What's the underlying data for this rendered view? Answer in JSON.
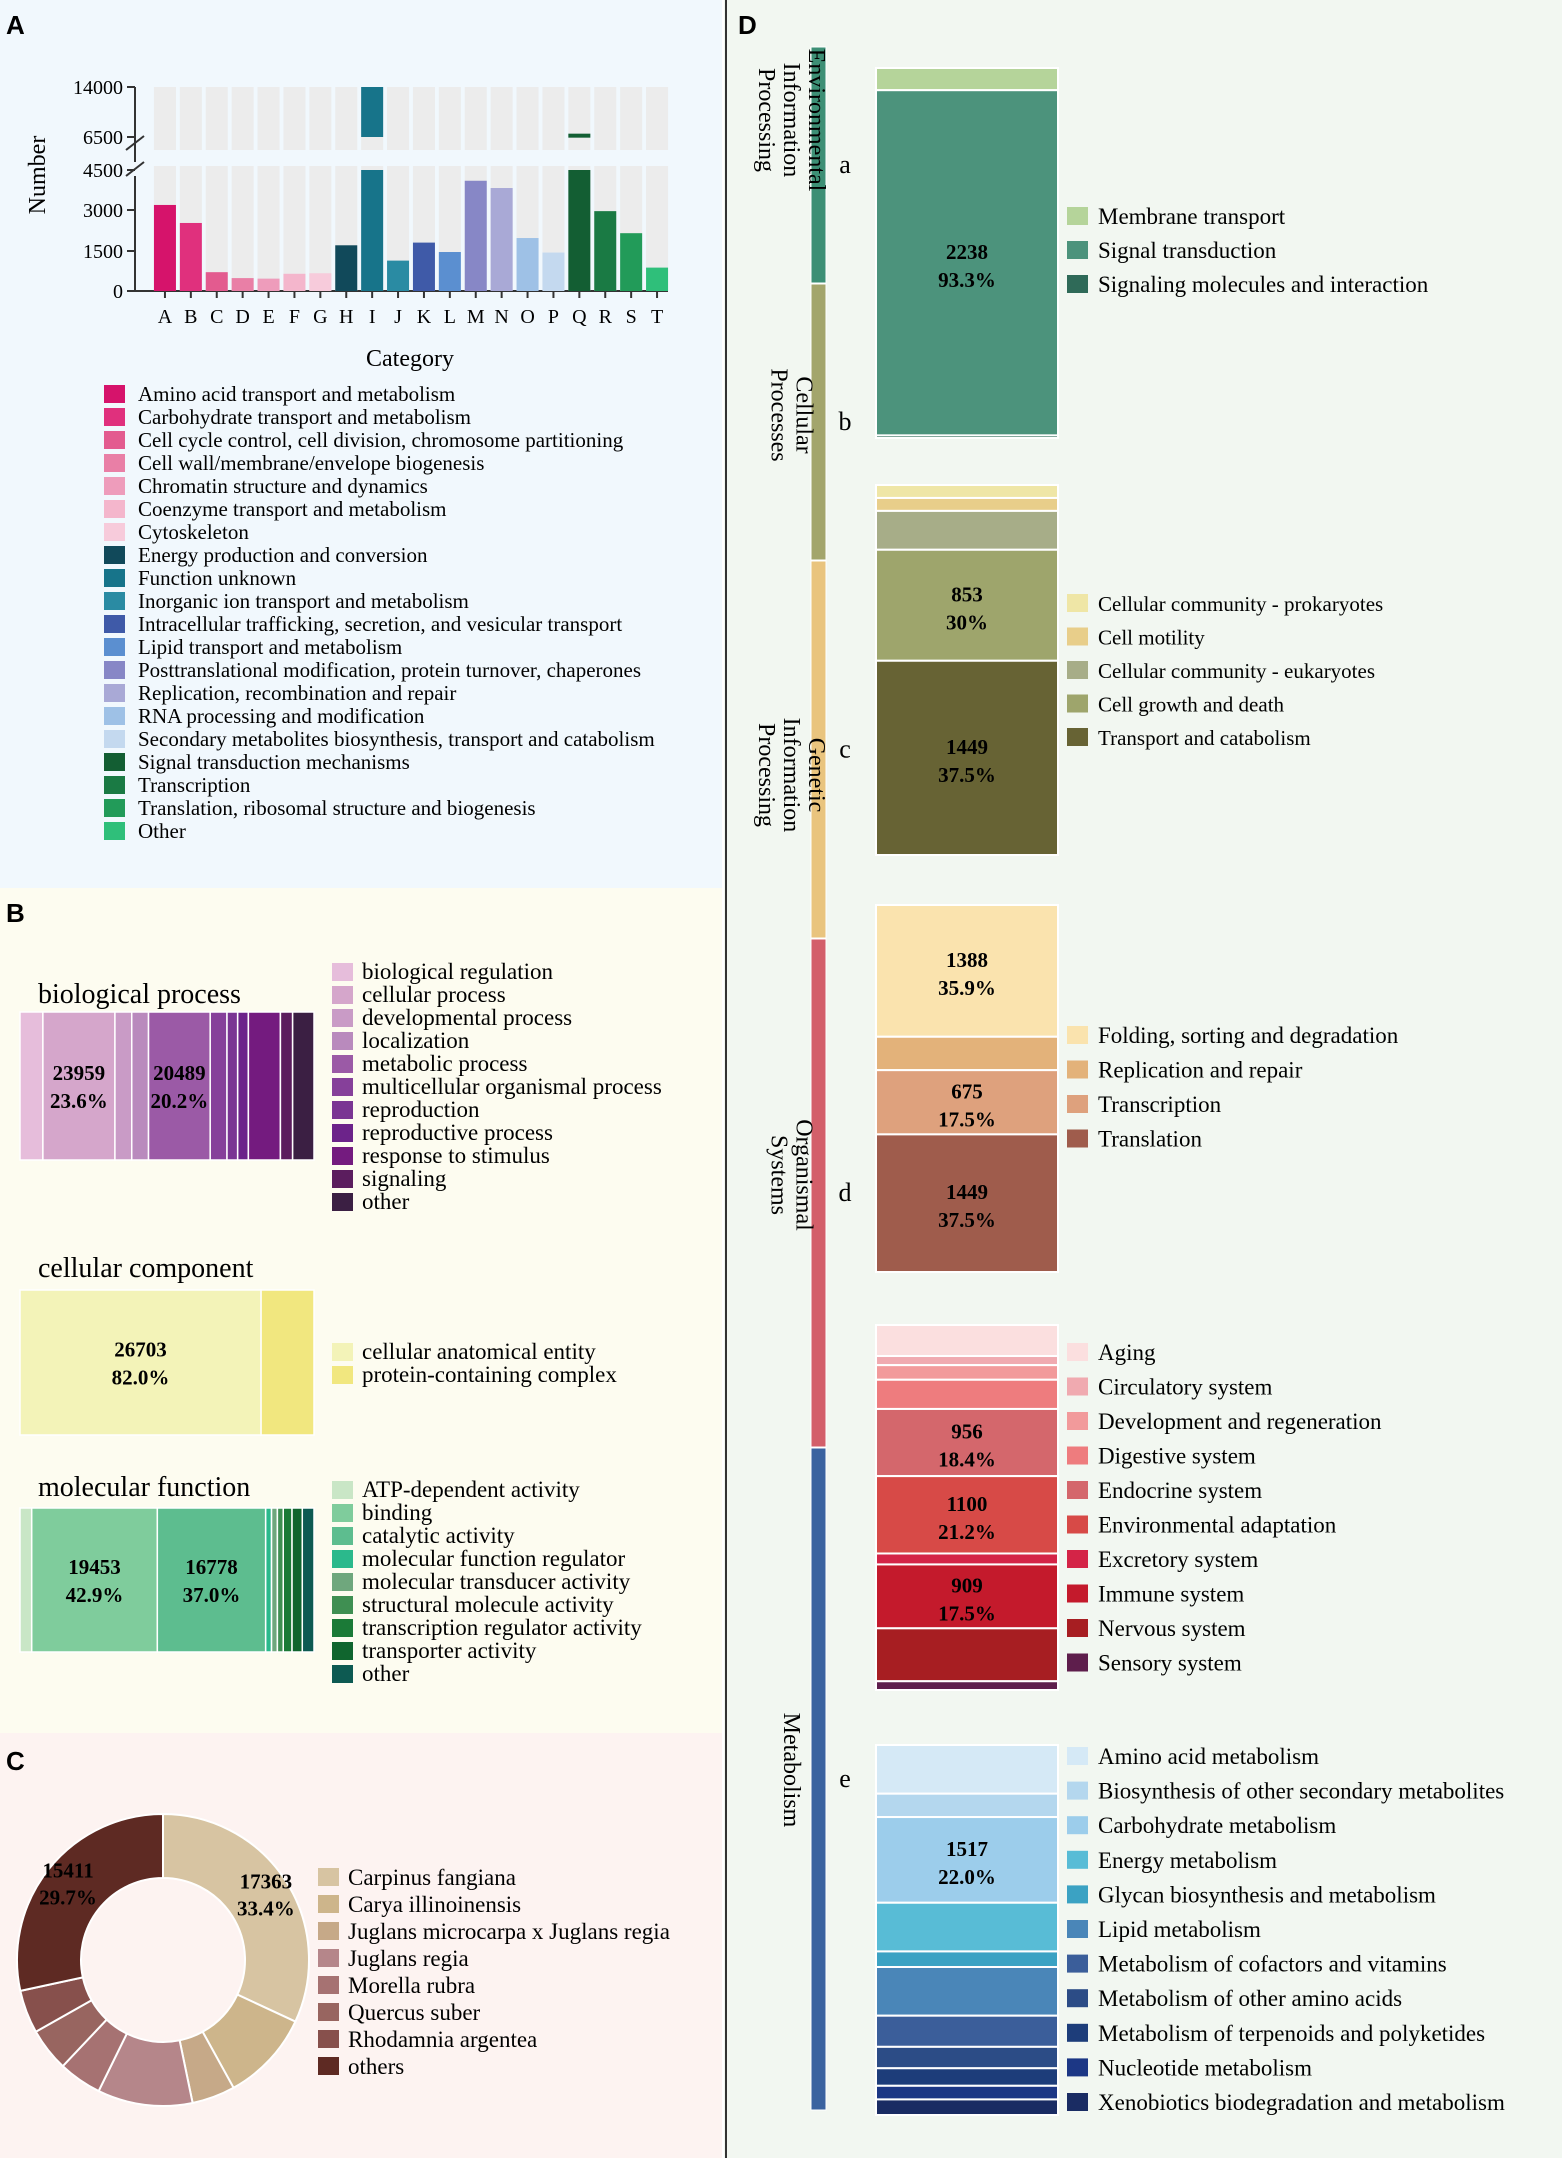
{
  "panels": {
    "A": {
      "letter": "A",
      "chart_data": {
        "type": "bar",
        "xlabel": "Category",
        "ylabel": "Number",
        "y_ticks": [
          "0",
          "1500",
          "3000",
          "4500",
          "6500",
          "14000"
        ],
        "categories": [
          "A",
          "B",
          "C",
          "D",
          "E",
          "F",
          "G",
          "H",
          "I",
          "J",
          "K",
          "L",
          "M",
          "N",
          "O",
          "P",
          "Q",
          "R",
          "S",
          "T"
        ],
        "values": [
          3200,
          2530,
          700,
          480,
          460,
          640,
          660,
          1700,
          14000,
          1130,
          1800,
          1450,
          4100,
          3830,
          1970,
          1430,
          7000,
          2970,
          2150,
          870
        ],
        "broken_axis": true,
        "legend": [
          {
            "label": "Amino acid transport and metabolism",
            "color": "#d6136b"
          },
          {
            "label": "Carbohydrate transport and metabolism",
            "color": "#e0307d"
          },
          {
            "label": "Cell cycle control, cell division, chromosome partitioning",
            "color": "#e35b8f"
          },
          {
            "label": "Cell wall/membrane/envelope biogenesis",
            "color": "#e97fa6"
          },
          {
            "label": "Chromatin structure and dynamics",
            "color": "#ee9cbb"
          },
          {
            "label": "Coenzyme transport and metabolism",
            "color": "#f4b6cc"
          },
          {
            "label": "Cytoskeleton",
            "color": "#f7cbdb"
          },
          {
            "label": "Energy production and conversion",
            "color": "#11495a"
          },
          {
            "label": "Function unknown",
            "color": "#17748a"
          },
          {
            "label": "Inorganic ion transport and metabolism",
            "color": "#2a8ba3"
          },
          {
            "label": "Intracellular trafficking, secretion, and vesicular transport",
            "color": "#3f5aa8"
          },
          {
            "label": "Lipid transport and metabolism",
            "color": "#5b8fd0"
          },
          {
            "label": "Posttranslational modification, protein turnover, chaperones",
            "color": "#8787c6"
          },
          {
            "label": "Replication, recombination and repair",
            "color": "#a9a9d6"
          },
          {
            "label": "RNA processing and modification",
            "color": "#9ec1e6"
          },
          {
            "label": "Secondary metabolites biosynthesis, transport and catabolism",
            "color": "#c4d9ef"
          },
          {
            "label": "Signal transduction mechanisms",
            "color": "#135e33"
          },
          {
            "label": "Transcription",
            "color": "#1a7a44"
          },
          {
            "label": "Translation, ribosomal structure and biogenesis",
            "color": "#229b59"
          },
          {
            "label": "Other",
            "color": "#2fbf7a"
          }
        ]
      }
    },
    "B": {
      "letter": "B",
      "chart_data": [
        {
          "type": "bar",
          "title": "biological process",
          "segments": [
            {
              "label": "biological regulation",
              "color": "#e6bddb",
              "value": 7.5
            },
            {
              "label": "cellular process",
              "color": "#d5a6cb",
              "value": 23.6,
              "text": [
                "23959",
                "23.6%"
              ]
            },
            {
              "label": "developmental process",
              "color": "#c99bc6",
              "value": 5.5
            },
            {
              "label": "localization",
              "color": "#b98abd",
              "value": 5.5
            },
            {
              "label": "metabolic process",
              "color": "#9b5aa6",
              "value": 20.2,
              "text": [
                "20489",
                "20.2%"
              ]
            },
            {
              "label": "multicellular organismal process",
              "color": "#86409a",
              "value": 5.5
            },
            {
              "label": "reproduction",
              "color": "#7a3593",
              "value": 3.5
            },
            {
              "label": "reproductive process",
              "color": "#6c238a",
              "value": 3.5
            },
            {
              "label": "response to stimulus",
              "color": "#741b7f",
              "value": 10.5
            },
            {
              "label": "signaling",
              "color": "#5b1d5e",
              "value": 4
            },
            {
              "label": "other",
              "color": "#3b1f43",
              "value": 7
            }
          ]
        },
        {
          "type": "bar",
          "title": "cellular component",
          "segments": [
            {
              "label": "cellular anatomical entity",
              "color": "#f3f3b8",
              "value": 82.0,
              "text": [
                "26703",
                "82.0%"
              ]
            },
            {
              "label": "protein-containing complex",
              "color": "#f1e77f",
              "value": 18.0
            }
          ]
        },
        {
          "type": "bar",
          "title": "molecular function",
          "segments": [
            {
              "label": "ATP-dependent activity",
              "color": "#c9e6c6",
              "value": 4.0
            },
            {
              "label": "binding",
              "color": "#7fcc9c",
              "value": 42.9,
              "text": [
                "19453",
                "42.9%"
              ]
            },
            {
              "label": "catalytic activity",
              "color": "#5dbd8f",
              "value": 37.0,
              "text": [
                "16778",
                "37.0%"
              ]
            },
            {
              "label": "molecular function regulator",
              "color": "#2bb98c",
              "value": 2
            },
            {
              "label": "molecular transducer activity",
              "color": "#6fa77d",
              "value": 2
            },
            {
              "label": "structural molecule activity",
              "color": "#3f8f52",
              "value": 2
            },
            {
              "label": "transcription regulator activity",
              "color": "#1b7a37",
              "value": 3
            },
            {
              "label": "transporter activity",
              "color": "#10652e",
              "value": 3.5
            },
            {
              "label": "other",
              "color": "#0d5a52",
              "value": 4
            }
          ]
        }
      ]
    },
    "C": {
      "letter": "C",
      "chart_data": {
        "type": "pie",
        "slices": [
          {
            "label": "Carpinus fangiana",
            "value": 33.4,
            "color": "#d7c4a2",
            "text": [
              "17363",
              "33.4%"
            ]
          },
          {
            "label": "Carya illinoinensis",
            "value": 10.5,
            "color": "#cdb58b"
          },
          {
            "label": "Juglans microcarpa x Juglans regia",
            "value": 5.0,
            "color": "#c6a988"
          },
          {
            "label": "Juglans regia",
            "value": 11.0,
            "color": "#b5868a"
          },
          {
            "label": "Morella rubra",
            "value": 5.0,
            "color": "#a67272"
          },
          {
            "label": "Quercus suber",
            "value": 5.0,
            "color": "#986560"
          },
          {
            "label": "Rhodamnia argentea",
            "value": 5.0,
            "color": "#87504c"
          },
          {
            "label": "others",
            "value": 29.7,
            "color": "#5e2a23",
            "text": [
              "15411",
              "29.7%"
            ]
          }
        ]
      }
    },
    "D": {
      "letter": "D",
      "chart_data": {
        "type": "bar",
        "groups": [
          {
            "name": "Environmental Information Processing",
            "letter": "a",
            "bar_color": "#3d8f75",
            "segments": [
              {
                "label": "Membrane transport",
                "color": "#b5d49a",
                "value": 6.0
              },
              {
                "label": "Signal transduction",
                "color": "#4c937c",
                "value": 93.3,
                "text": [
                  "2238",
                  "93.3%"
                ]
              },
              {
                "label": "Signaling molecules and interaction",
                "color": "#2f6a58",
                "value": 0.7
              }
            ]
          },
          {
            "name": "Cellular Processes",
            "letter": "b",
            "bar_color": "#a3a56c",
            "segments": [
              {
                "label": "Cellular community - prokaryotes",
                "color": "#efe6a6",
                "value": 3.5
              },
              {
                "label": "Cell motility",
                "color": "#e8ce8a",
                "value": 3.5
              },
              {
                "label": "Cellular community - eukaryotes",
                "color": "#a7ad88",
                "value": 10.5
              },
              {
                "label": "Cell growth and death",
                "color": "#9ea56c",
                "value": 30.0,
                "text": [
                  "853",
                  "30%"
                ]
              },
              {
                "label": "Transport and catabolism",
                "color": "#676334",
                "value": 52.5,
                "text": [
                  "1449",
                  "37.5%"
                ]
              }
            ]
          },
          {
            "name": "Genetic Information Processing",
            "letter": "c",
            "bar_color": "#e9c47e",
            "segments": [
              {
                "label": "Folding, sorting and degradation",
                "color": "#fae3ae",
                "value": 35.9,
                "text": [
                  "1388",
                  "35.9%"
                ]
              },
              {
                "label": "Replication and repair",
                "color": "#e3b27a",
                "value": 9.1
              },
              {
                "label": "Transcription",
                "color": "#dea17d",
                "value": 17.5,
                "text": [
                  "675",
                  "17.5%"
                ]
              },
              {
                "label": "Translation",
                "color": "#9f5c4c",
                "value": 37.5,
                "text": [
                  "1449",
                  "37.5%"
                ]
              }
            ]
          },
          {
            "name": "Organismal Systems",
            "letter": "d",
            "bar_color": "#d35f6a",
            "segments": [
              {
                "label": "Aging",
                "color": "#fbdfdf",
                "value": 8.5
              },
              {
                "label": "Circulatory system",
                "color": "#f0aab0",
                "value": 2.5
              },
              {
                "label": "Development and regeneration",
                "color": "#f29a9b",
                "value": 4.0
              },
              {
                "label": "Digestive system",
                "color": "#ee7c7e",
                "value": 8.0
              },
              {
                "label": "Endocrine system",
                "color": "#d4676c",
                "value": 18.4,
                "text": [
                  "956",
                  "18.4%"
                ]
              },
              {
                "label": "Environmental adaptation",
                "color": "#d74a47",
                "value": 21.2,
                "text": [
                  "1100",
                  "21.2%"
                ]
              },
              {
                "label": "Excretory system",
                "color": "#d42447",
                "value": 3.0
              },
              {
                "label": "Immune system",
                "color": "#c41a2c",
                "value": 17.5,
                "text": [
                  "909",
                  "17.5%"
                ]
              },
              {
                "label": "Nervous system",
                "color": "#a71e22",
                "value": 14.5
              },
              {
                "label": "Sensory system",
                "color": "#5e1e4c",
                "value": 2.4
              }
            ]
          },
          {
            "name": "Metabolism",
            "letter": "e",
            "bar_color": "#3b63a0",
            "segments": [
              {
                "label": "Amino acid metabolism",
                "color": "#d5e9f6",
                "value": 12.5
              },
              {
                "label": "Biosynthesis of other secondary metabolites",
                "color": "#b4d7ee",
                "value": 6.0
              },
              {
                "label": "Carbohydrate metabolism",
                "color": "#9ccdeb",
                "value": 22.0,
                "text": [
                  "1517",
                  "22.0%"
                ]
              },
              {
                "label": "Energy metabolism",
                "color": "#58bcd6",
                "value": 12.5
              },
              {
                "label": "Glycan biosynthesis and metabolism",
                "color": "#3ba2c3",
                "value": 4.0
              },
              {
                "label": "Lipid metabolism",
                "color": "#4a86b8",
                "value": 12.5
              },
              {
                "label": "Metabolism of cofactors and vitamins",
                "color": "#3b5e9a",
                "value": 8.0
              },
              {
                "label": "Metabolism of other amino acids",
                "color": "#2c4c86",
                "value": 5.5
              },
              {
                "label": "Metabolism of terpenoids and polyketides",
                "color": "#1d3d7a",
                "value": 4.5
              },
              {
                "label": "Nucleotide metabolism",
                "color": "#1c3785",
                "value": 3.5
              },
              {
                "label": "Xenobiotics biodegradation and metabolism",
                "color": "#1a2c63",
                "value": 4.0
              }
            ]
          }
        ]
      }
    }
  }
}
